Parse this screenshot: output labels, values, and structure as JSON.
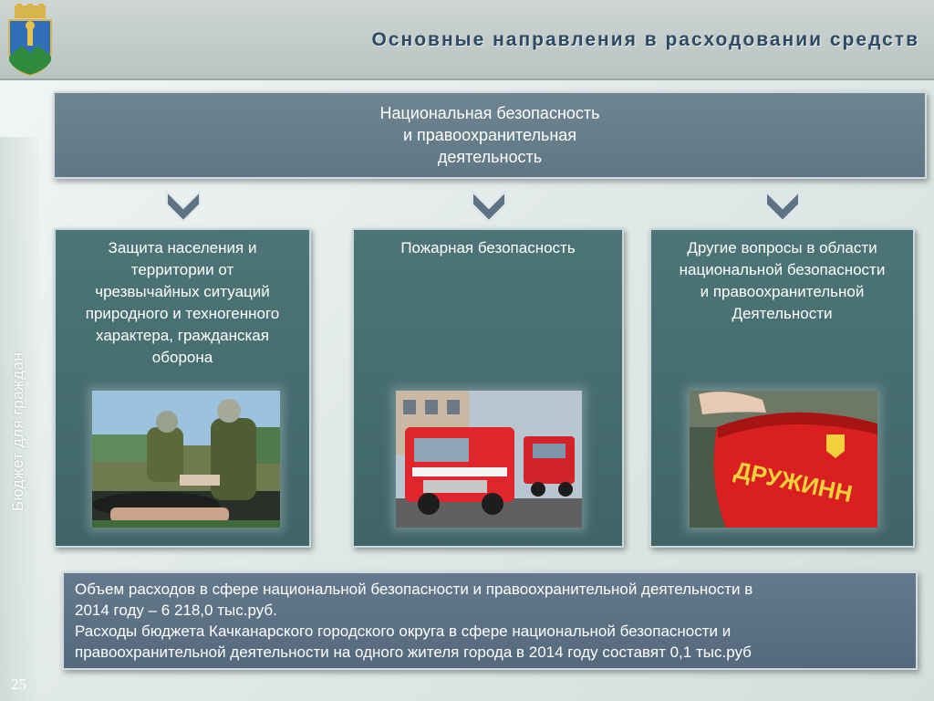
{
  "header": {
    "title": "Основные направления в расходовании средств"
  },
  "sidebar": {
    "label": "Бюджет для граждан",
    "page_number": "25"
  },
  "top_box": {
    "lines": [
      "Национальная безопасность",
      "и правоохранительная",
      "деятельность"
    ]
  },
  "cards": [
    {
      "lines": [
        "Защита населения и",
        "территории от",
        "чрезвычайных ситуаций",
        "природного и техногенного",
        "характера, гражданская",
        "оборона"
      ],
      "photo_icon": "rescue-training-photo"
    },
    {
      "lines": [
        "Пожарная безопасность"
      ],
      "photo_icon": "fire-trucks-photo"
    },
    {
      "lines": [
        "Другие вопросы в области",
        "национальной безопасности",
        "и правоохранительной",
        "Деятельности"
      ],
      "photo_icon": "druzhina-armband-photo",
      "armband_text": "ДРУЖИНН"
    }
  ],
  "summary": {
    "lines": [
      "Объем расходов в сфере национальной безопасности и правоохранительной деятельности в",
      "2014 году – 6 218,0 тыс.руб.",
      "Расходы бюджета Качканарского городского округа в сфере национальной безопасности и",
      "правоохранительной деятельности на одного жителя города в 2014 году составят 0,1 тыс.руб"
    ]
  },
  "colors": {
    "title": "#2c4a63",
    "top_box": "#6a808d",
    "card": "#466d70",
    "summary": "#5d7285"
  }
}
